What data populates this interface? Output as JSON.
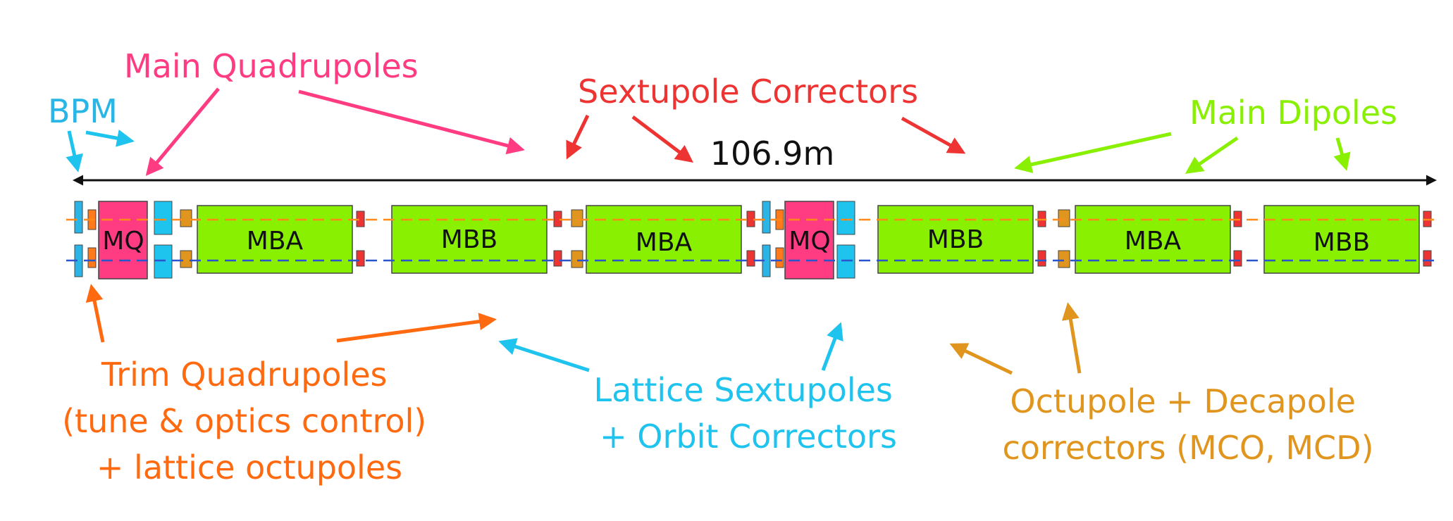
{
  "length_label": "106.9m",
  "labels": {
    "bpm": "BPM",
    "main_quadrupoles": "Main Quadrupoles",
    "sextupole_correctors": "Sextupole Correctors",
    "main_dipoles": "Main Dipoles",
    "trim_quadrupoles": [
      "Trim Quadrupoles",
      "(tune & optics control)",
      "+ lattice octupoles"
    ],
    "lattice_sextupoles": [
      "Lattice Sextupoles",
      "+ Orbit Correctors"
    ],
    "octupole_decapole": [
      "Octupole + Decapole",
      "correctors (MCO, MCD)"
    ]
  },
  "magnets": {
    "mq1": "MQ",
    "mba1": "MBA",
    "mbb1": "MBB",
    "mba2": "MBA",
    "mq2": "MQ",
    "mbb2": "MBB",
    "mba3": "MBA",
    "mbb3": "MBB"
  },
  "colors": {
    "bpm": "#29b6e6",
    "main_quadrupole": "#ff3c82",
    "sextupole_corrector": "#ee3333",
    "main_dipole": "#88f000",
    "trim_quadrupole": "#ff6a10",
    "lattice_sextupole": "#1ec3ee",
    "octupole_decapole": "#e0961e",
    "beam1": "#ff8a1a",
    "beam2": "#2a55cc",
    "dimension_line": "#111111"
  }
}
